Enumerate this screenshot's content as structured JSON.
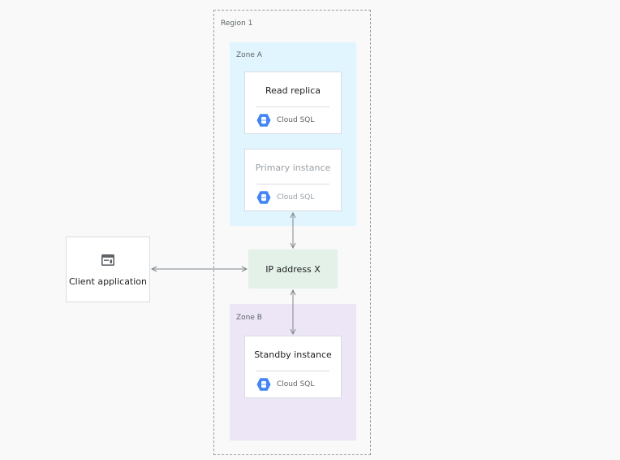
{
  "region": {
    "label": "Region 1"
  },
  "zone_a": {
    "label": "Zone A",
    "read_replica": {
      "title": "Read replica",
      "product": "Cloud SQL"
    },
    "primary_instance": {
      "title": "Primary instance",
      "product": "Cloud SQL"
    }
  },
  "zone_b": {
    "label": "Zone B",
    "standby_instance": {
      "title": "Standby instance",
      "product": "Cloud SQL"
    }
  },
  "ip_address": {
    "label": "IP address X"
  },
  "client": {
    "label": "Client application",
    "icon": "browser-window-icon"
  },
  "colors": {
    "zone_a_fill": "#e1f5fe",
    "zone_b_fill": "#ece6f6",
    "ip_fill": "#e3f1e8",
    "cloud_sql_icon": "#4285f4",
    "arrow": "#80868b"
  }
}
